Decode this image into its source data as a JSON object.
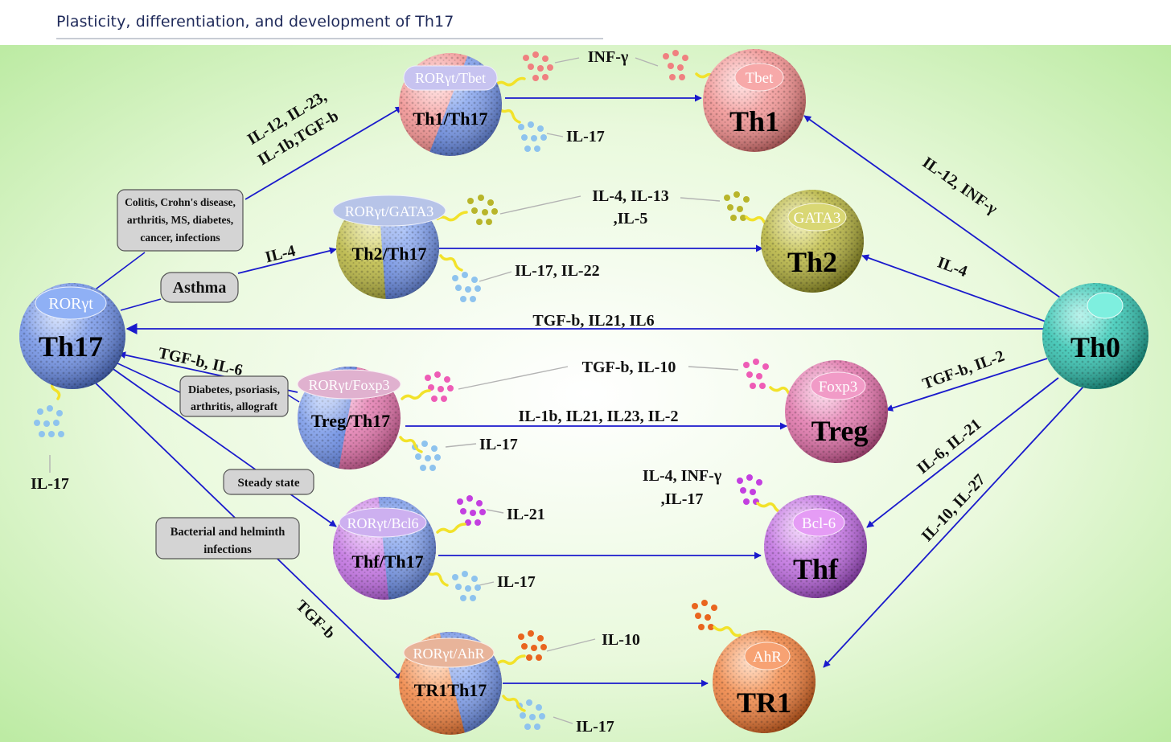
{
  "title": "Plasticity, differentiation, and development of Th17",
  "cells": {
    "th17": {
      "name": "Th17",
      "marker": "RORγt"
    },
    "th0": {
      "name": "Th0"
    },
    "th1": {
      "name": "Th1",
      "marker": "Tbet"
    },
    "th2": {
      "name": "Th2",
      "marker": "GATA3"
    },
    "treg": {
      "name": "Treg",
      "marker": "Foxp3"
    },
    "thf": {
      "name": "Thf",
      "marker": "Bcl-6"
    },
    "tr1": {
      "name": "TR1",
      "marker": "AhR"
    },
    "th1th17": {
      "name": "Th1/Th17",
      "marker": "RORγt/Tbet"
    },
    "th2th17": {
      "name": "Th2/Th17",
      "marker": "RORγt/GATA3"
    },
    "tregth17": {
      "name": "Treg/Th17",
      "marker": "RORγt/Foxp3"
    },
    "thfth17": {
      "name": "Thf/Th17",
      "marker": "RORγt/Bcl6"
    },
    "tr1th17": {
      "name": "TR1Th17",
      "marker": "RORγt/AhR"
    }
  },
  "boxes": {
    "colitis": [
      "Colitis, Crohn's disease,",
      "arthritis, MS, diabetes,",
      "cancer, infections"
    ],
    "asthma": [
      "Asthma"
    ],
    "diabetes": [
      "Diabetes, psoriasis,",
      "arthritis, allograft"
    ],
    "steady": [
      "Steady state"
    ],
    "bacterial": [
      "Bacterial and helminth",
      "infections"
    ]
  },
  "arrow_labels": {
    "th17_th1th17": [
      "IL-12, IL-23,",
      "IL-1b,TGF-b"
    ],
    "th17_th2th17": "IL-4",
    "th0_th17": "TGF-b, IL21, IL6",
    "tregth17_th17": "TGF-b, IL-6",
    "th17_tr1th17": "TGF-b",
    "th0_th1": "IL-12, INF-γ",
    "th0_th2": "IL-4",
    "th0_treg": "TGF-b, IL-2",
    "th0_thf": "IL-6, IL-21",
    "th0_tr1": "IL-10, IL-27",
    "tregth17_treg": "IL-1b, IL21, IL23, IL-2"
  },
  "cytokines": {
    "th1_inf": "INF-γ",
    "th1_il17": "IL-17",
    "th2_il4": "IL-4, IL-13",
    "th2_il5": ",IL-5",
    "th2_il17": "IL-17, IL-22",
    "treg_tgf": "TGF-b, IL-10",
    "treg_il17": "IL-17",
    "th17_il17": "IL-17",
    "thf_il21": "IL-21",
    "thf_il4": "IL-4, INF-γ",
    "thf_il17b": ",IL-17",
    "thf_il17": "IL-17",
    "tr1_il10": "IL-10",
    "tr1_il17": "IL-17"
  },
  "colors": {
    "background_green": "#c9f0b3",
    "arrow_blue": "#1a1acc",
    "th17_blue": "#6f93e8",
    "th0_teal": "#2cc7b4",
    "th1_pink": "#ef8f8f",
    "th2_olive": "#b9b63a",
    "treg_pink": "#e06aa6",
    "thf_purple": "#c766e8",
    "tr1_orange": "#ef7a2a",
    "signal_yellow": "#f2e22a"
  }
}
